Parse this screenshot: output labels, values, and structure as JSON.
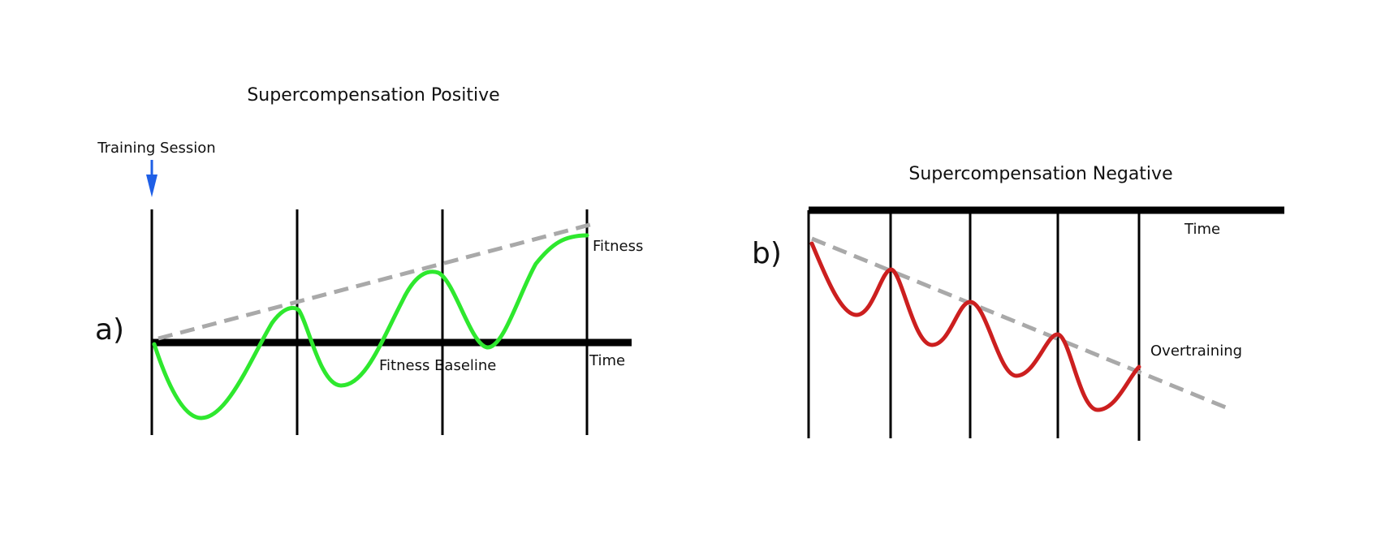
{
  "colors": {
    "axis": "#000000",
    "trend": "#a9a9a9",
    "positive_curve": "#2ee82e",
    "negative_curve": "#cc1f1f",
    "arrow": "#1f5fe6",
    "background": "#ffffff"
  },
  "panel_a": {
    "letter": "a)",
    "title": "Supercompensation Positive",
    "session_label": "Training Session",
    "session_icon": "arrow-down-icon",
    "fitness_label": "Fitness",
    "baseline_label": "Fitness Baseline",
    "time_label": "Time"
  },
  "panel_b": {
    "letter": "b)",
    "title": "Supercompensation Negative",
    "time_label": "Time",
    "overtraining_label": "Overtraining"
  }
}
